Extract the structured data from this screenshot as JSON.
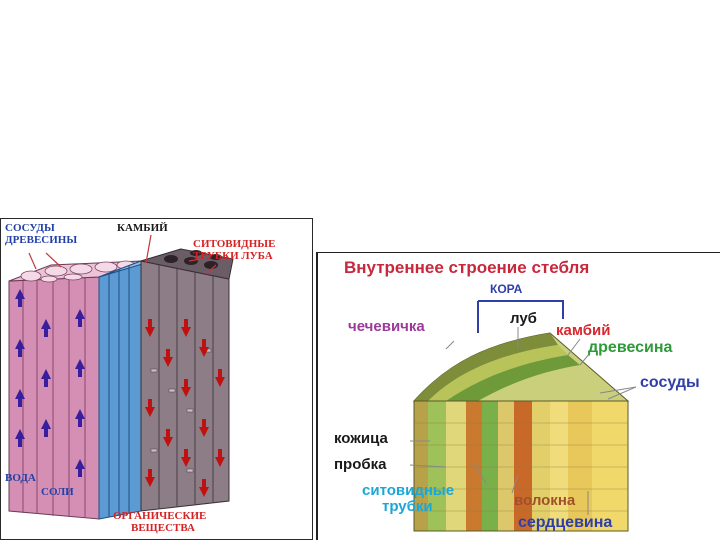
{
  "left": {
    "vessels": "СОСУДЫ ДРЕВЕСИНЫ",
    "vessels_l1": "СОСУДЫ",
    "vessels_l2": "ДРЕВЕСИНЫ",
    "cambium": "КАМБИЙ",
    "sieve_l1": "СИТОВИДНЫЕ",
    "sieve_l2": "ТРУБКИ ЛУБА",
    "water": "ВОДА",
    "salts": "СОЛИ",
    "organic_l1": "ОРГАНИЧЕСКИЕ",
    "organic_l2": "ВЕЩЕСТВА",
    "colors": {
      "xylem": "#d58fb4",
      "cambium": "#5b9ad3",
      "phloem": "#8c7d86",
      "arrow_up": "#3b1e9e",
      "arrow_down": "#c01010"
    }
  },
  "right": {
    "title": "Внутреннее строение стебля",
    "bark": "КОРА",
    "bast": "луб",
    "lenticel": "чечевичка",
    "cambium": "камбий",
    "wood": "древесина",
    "vessels": "сосуды",
    "epidermis": "кожица",
    "cork": "пробка",
    "sieve_l1": "ситовидные",
    "sieve_l2": "трубки",
    "fibers": "волокна",
    "pith": "сердцевина",
    "colors": {
      "title": "#c8283c",
      "purple": "#9b3a9b",
      "red": "#d8282f",
      "green": "#2e9a3a",
      "blue": "#2f3fa8",
      "cyan": "#1aa7d8",
      "brown": "#a0502a"
    }
  }
}
